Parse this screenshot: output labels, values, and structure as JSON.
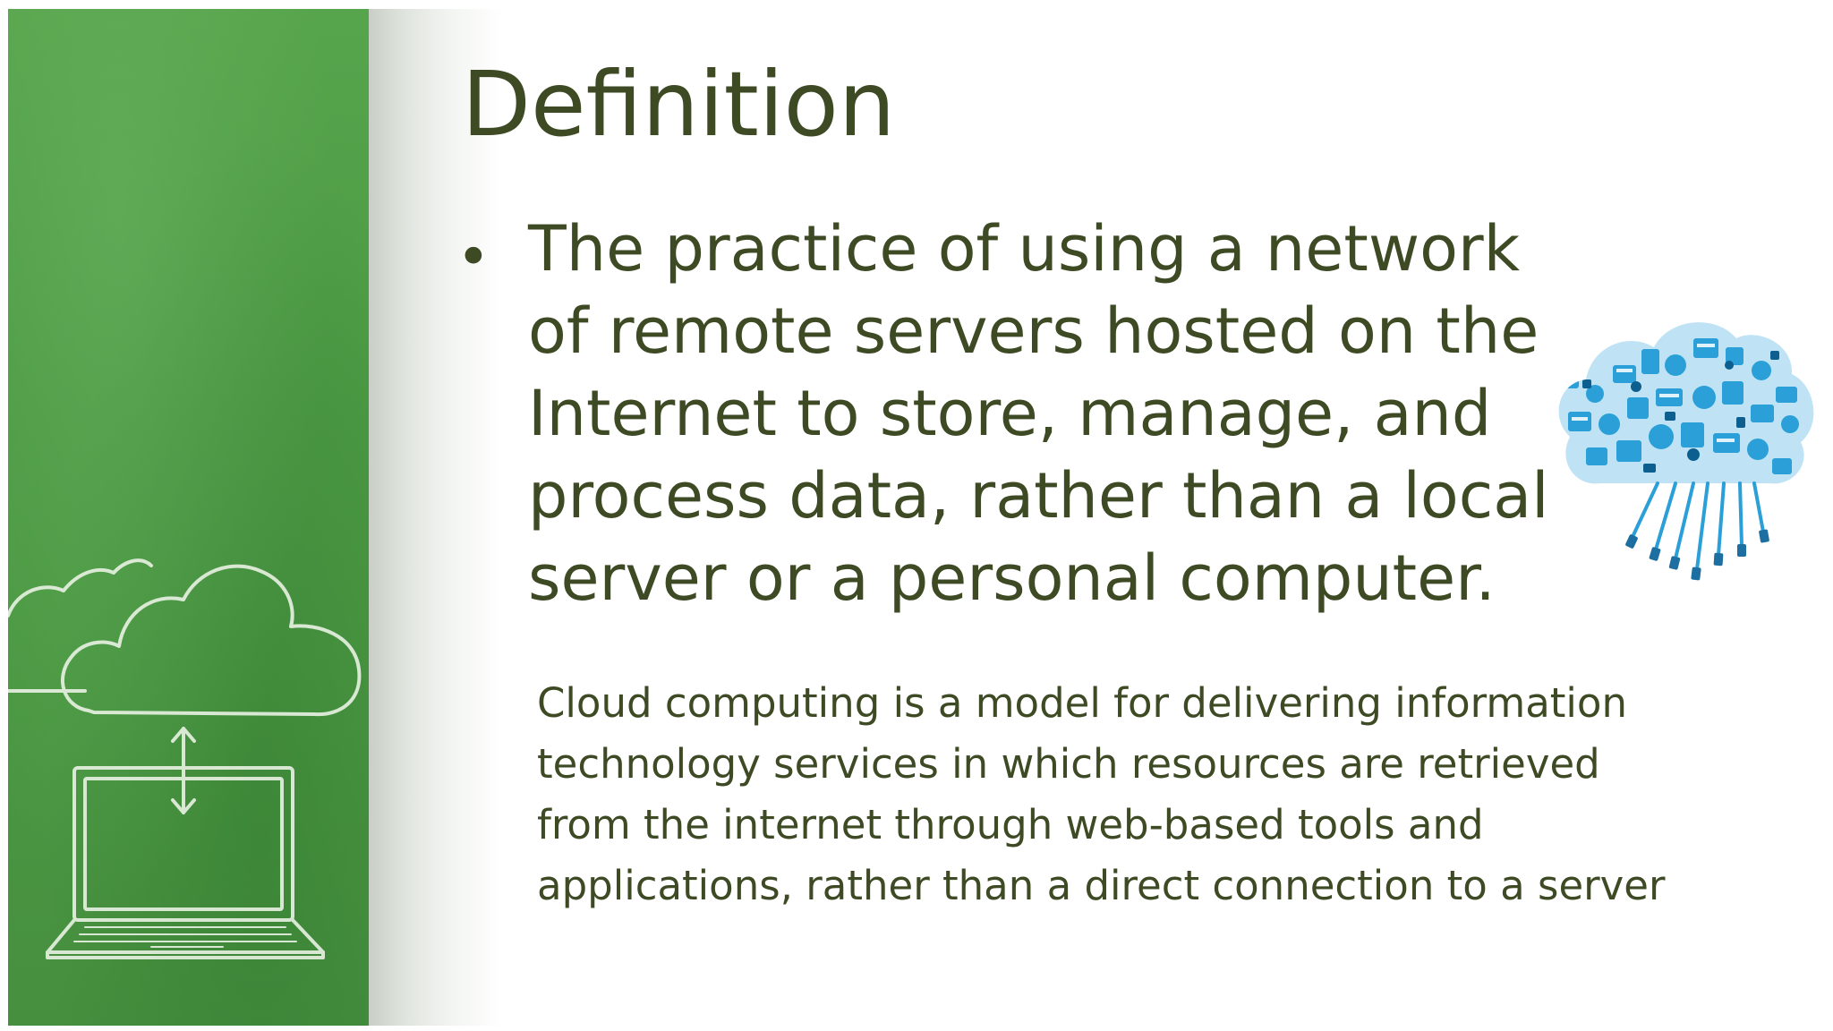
{
  "slide": {
    "title": "Definition",
    "bullet": "The practice of using a network of remote servers hosted on the Internet to store, manage, and process data, rather than a local server or a personal computer.",
    "body": "Cloud computing is a model for delivering information technology services in which resources are retrieved from the internet through web-based tools and applications, rather than a direct connection to a server"
  },
  "colors": {
    "text": "#3d4a24",
    "panel_green": "#4c9a44",
    "chalk": "#e9f2e3",
    "icon_blue": "#2a9fd8"
  },
  "icons": {
    "left_panel": "chalk-cloud-laptop-illustration",
    "right": "cloud-icon-collage"
  }
}
